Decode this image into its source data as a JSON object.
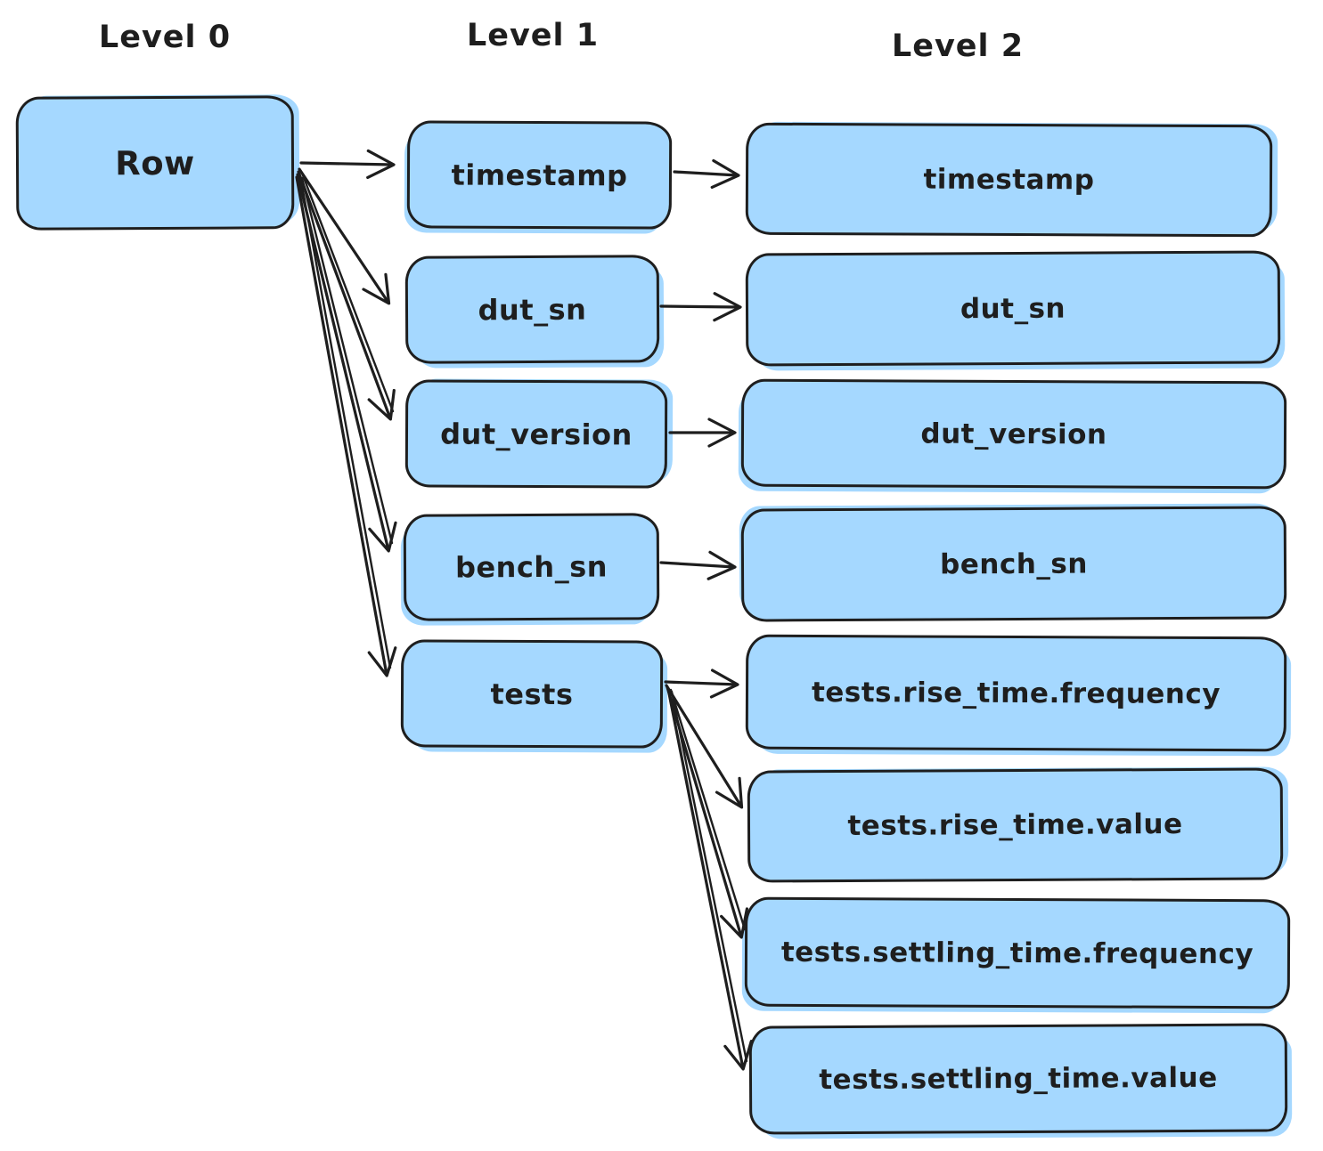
{
  "diagram": {
    "headers": [
      {
        "id": "level0",
        "label": "Level 0"
      },
      {
        "id": "level1",
        "label": "Level 1"
      },
      {
        "id": "level2",
        "label": "Level 2"
      }
    ],
    "nodes": [
      {
        "id": "row",
        "level": 0,
        "label": "Row"
      },
      {
        "id": "l1_timestamp",
        "level": 1,
        "label": "timestamp"
      },
      {
        "id": "l1_dut_sn",
        "level": 1,
        "label": "dut_sn"
      },
      {
        "id": "l1_dut_version",
        "level": 1,
        "label": "dut_version"
      },
      {
        "id": "l1_bench_sn",
        "level": 1,
        "label": "bench_sn"
      },
      {
        "id": "l1_tests",
        "level": 1,
        "label": "tests"
      },
      {
        "id": "l2_timestamp",
        "level": 2,
        "label": "timestamp"
      },
      {
        "id": "l2_dut_sn",
        "level": 2,
        "label": "dut_sn"
      },
      {
        "id": "l2_dut_version",
        "level": 2,
        "label": "dut_version"
      },
      {
        "id": "l2_bench_sn",
        "level": 2,
        "label": "bench_sn"
      },
      {
        "id": "l2_tests_rise_time_frequency",
        "level": 2,
        "label": "tests.rise_time.frequency"
      },
      {
        "id": "l2_tests_rise_time_value",
        "level": 2,
        "label": "tests.rise_time.value"
      },
      {
        "id": "l2_tests_settling_time_frequency",
        "level": 2,
        "label": "tests.settling_time.frequency"
      },
      {
        "id": "l2_tests_settling_time_value",
        "level": 2,
        "label": "tests.settling_time.value"
      }
    ],
    "edges": [
      {
        "from": "row",
        "to": "l1_timestamp"
      },
      {
        "from": "row",
        "to": "l1_dut_sn"
      },
      {
        "from": "row",
        "to": "l1_dut_version"
      },
      {
        "from": "row",
        "to": "l1_bench_sn"
      },
      {
        "from": "row",
        "to": "l1_tests"
      },
      {
        "from": "l1_timestamp",
        "to": "l2_timestamp"
      },
      {
        "from": "l1_dut_sn",
        "to": "l2_dut_sn"
      },
      {
        "from": "l1_dut_version",
        "to": "l2_dut_version"
      },
      {
        "from": "l1_bench_sn",
        "to": "l2_bench_sn"
      },
      {
        "from": "l1_tests",
        "to": "l2_tests_rise_time_frequency"
      },
      {
        "from": "l1_tests",
        "to": "l2_tests_rise_time_value"
      },
      {
        "from": "l1_tests",
        "to": "l2_tests_settling_time_frequency"
      },
      {
        "from": "l1_tests",
        "to": "l2_tests_settling_time_value"
      }
    ],
    "colors": {
      "node_fill": "#a5d8ff",
      "node_stroke": "#1e1e1e",
      "text": "#1e1e1e",
      "background": "#ffffff"
    }
  }
}
